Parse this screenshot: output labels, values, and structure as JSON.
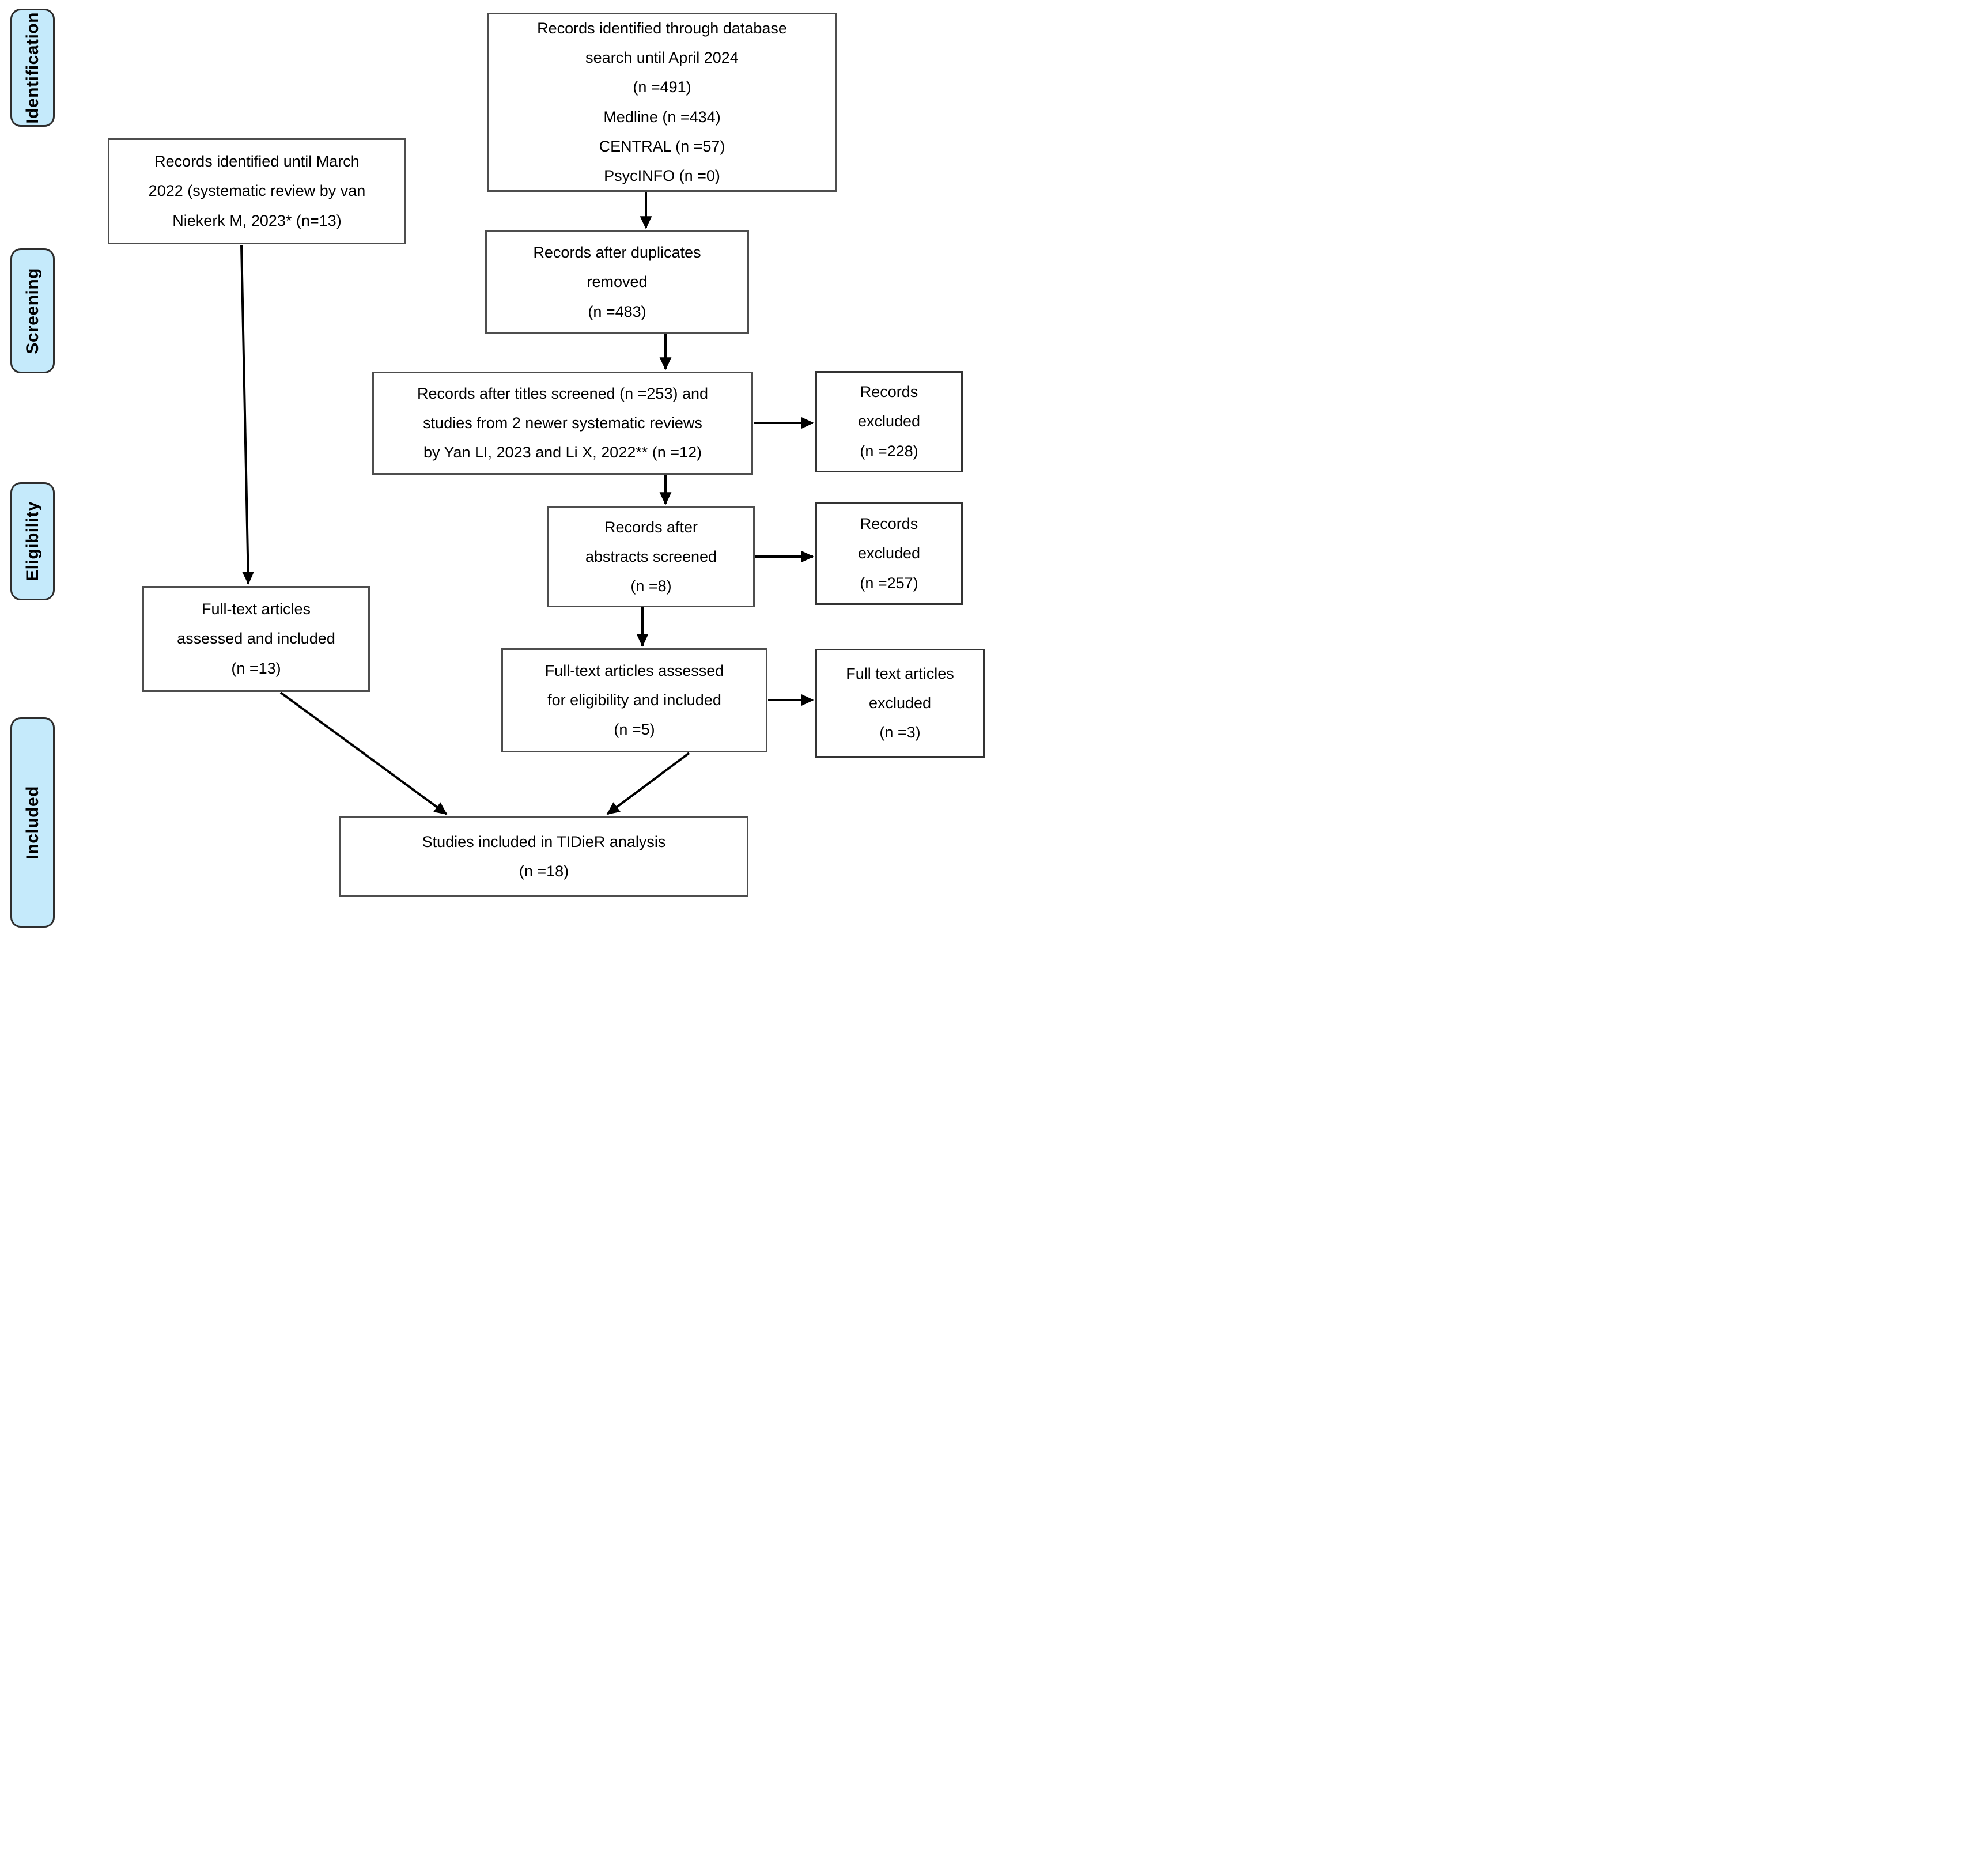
{
  "figure": {
    "type": "prisma-flow-diagram",
    "background": "#ffffff",
    "colors": {
      "stage_fill": "#c5eafb",
      "stage_border": "#2e2e2e",
      "box_fill": "#ffffff",
      "box_border": "#4d4d4d",
      "arrow": "#000000",
      "text": "#000000"
    }
  },
  "stages": [
    {
      "label": "Identification"
    },
    {
      "label": "Screening"
    },
    {
      "label": "Eligibility"
    },
    {
      "label": "Included"
    }
  ],
  "boxes": {
    "db_search": {
      "lines": [
        "Records identified through database",
        "search until April 2024",
        "(n =491)",
        "Medline (n =434)",
        "CENTRAL (n =57)",
        "PsycINFO (n =0)"
      ]
    },
    "prior_review": {
      "lines": [
        "Records identified until March",
        "2022 (systematic review by van",
        "Niekerk M, 2023* (n=13)"
      ]
    },
    "duplicates_removed": {
      "lines": [
        "Records after duplicates",
        "removed",
        "(n =483)"
      ]
    },
    "titles_screened": {
      "lines": [
        "Records after titles screened (n =253) and",
        "studies from 2 newer systematic reviews",
        "by Yan LI, 2023 and Li X, 2022** (n =12)"
      ]
    },
    "excluded_titles": {
      "lines": [
        "Records",
        "excluded",
        "(n =228)"
      ]
    },
    "abstracts_screened": {
      "lines": [
        "Records after",
        "abstracts screened",
        "(n =8)"
      ]
    },
    "excluded_abstracts": {
      "lines": [
        "Records",
        "excluded",
        "(n =257)"
      ]
    },
    "fulltext_eligibility": {
      "lines": [
        "Full-text articles assessed",
        "for eligibility and included",
        "(n =5)"
      ]
    },
    "fulltext_excluded": {
      "lines": [
        "Full text articles",
        "excluded",
        "(n =3)"
      ]
    },
    "fulltext_prior": {
      "lines": [
        "Full-text articles",
        "assessed and included",
        "(n =13)"
      ]
    },
    "tidier_included": {
      "lines": [
        "Studies included in TIDieR analysis",
        "(n =18)"
      ]
    }
  }
}
